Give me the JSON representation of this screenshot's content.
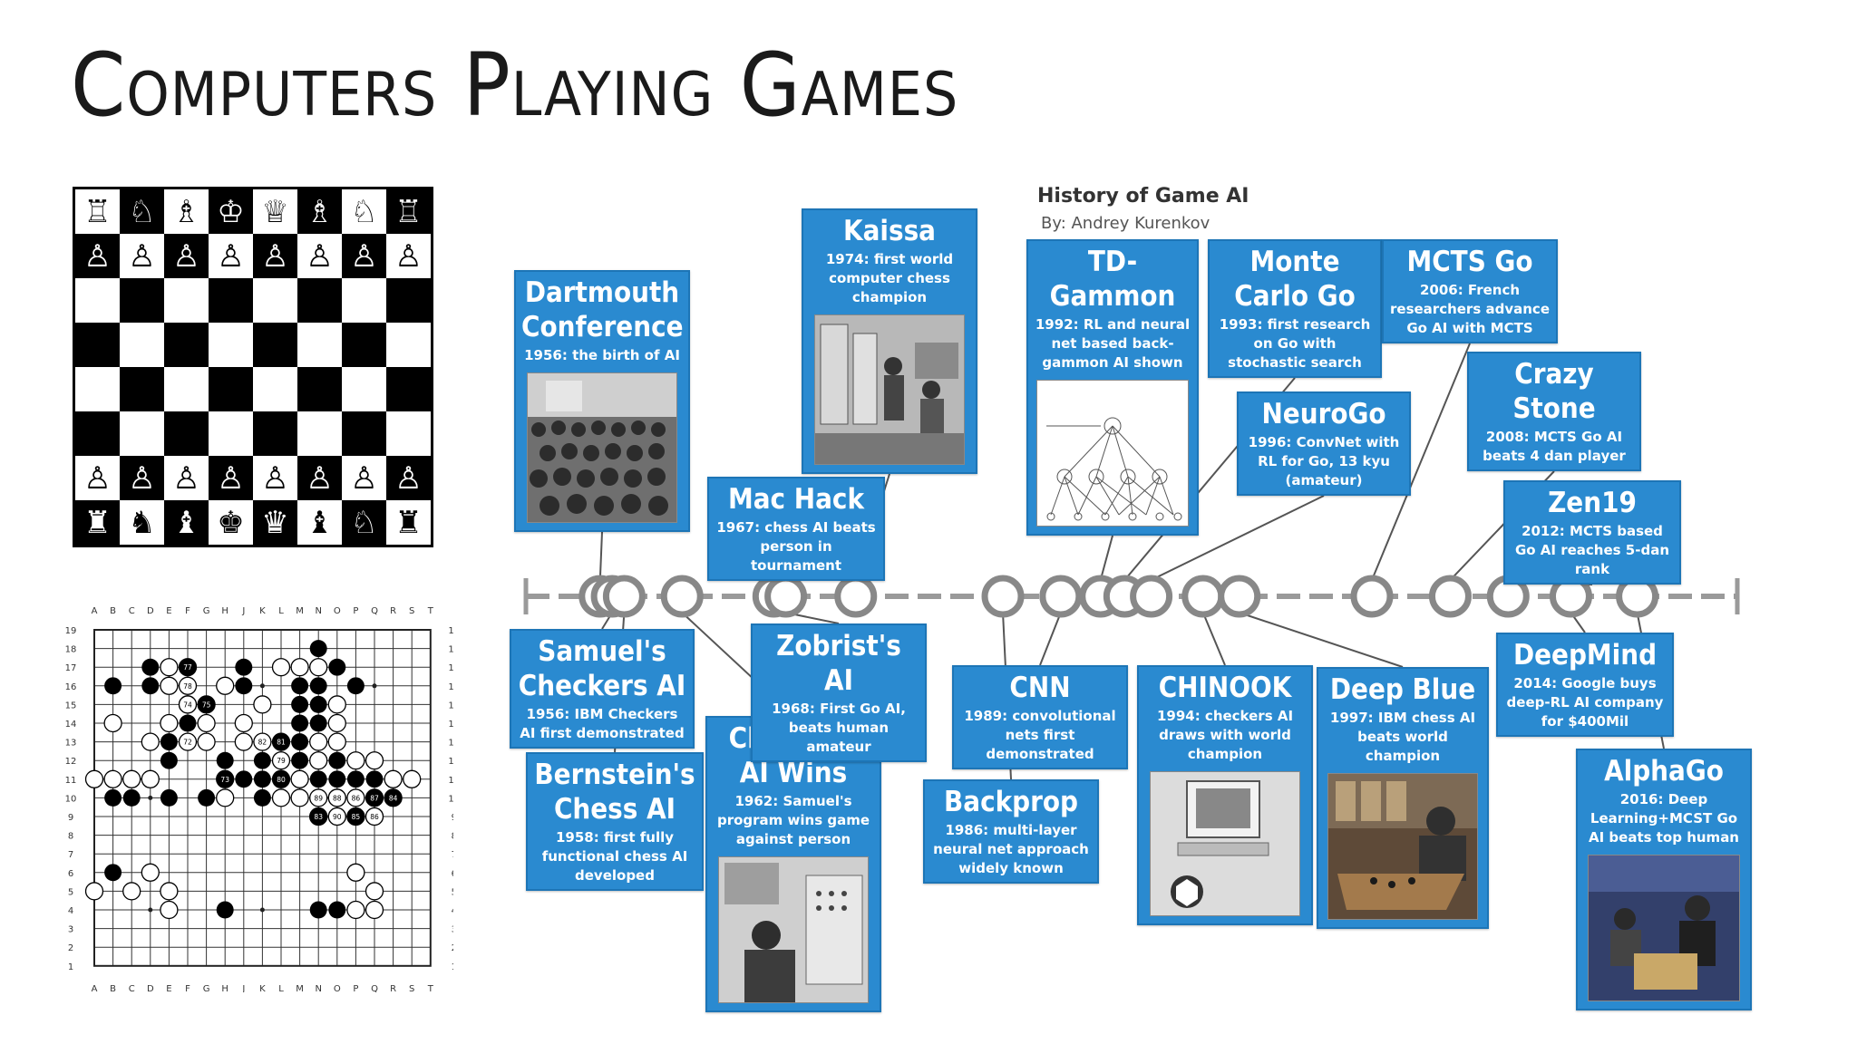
{
  "slide": {
    "title": "Computers Playing Games"
  },
  "chess": {
    "rows": [
      [
        "♖",
        "♘",
        "♗",
        "♔",
        "♕",
        "♗",
        "♘",
        "♖"
      ],
      [
        "♙",
        "♙",
        "♙",
        "♙",
        "♙",
        "♙",
        "♙",
        "♙"
      ],
      [
        "",
        "",
        "",
        "",
        "",
        "",
        "",
        ""
      ],
      [
        "",
        "",
        "",
        "",
        "",
        "",
        "",
        ""
      ],
      [
        "",
        "",
        "",
        "",
        "",
        "",
        "",
        ""
      ],
      [
        "",
        "",
        "",
        "",
        "",
        "",
        "",
        ""
      ],
      [
        "♙",
        "♙",
        "♙",
        "♙",
        "♙",
        "♙",
        "♙",
        "♙"
      ],
      [
        "♜",
        "♞",
        "♝",
        "♚",
        "♛",
        "♝",
        "♘",
        "♜"
      ]
    ]
  },
  "go": {
    "column_labels": [
      "A",
      "B",
      "C",
      "D",
      "E",
      "F",
      "G",
      "H",
      "J",
      "K",
      "L",
      "M",
      "N",
      "O",
      "P",
      "Q",
      "R",
      "S",
      "T"
    ],
    "row_labels": [
      "19",
      "18",
      "17",
      "16",
      "15",
      "14",
      "13",
      "12",
      "11",
      "10",
      "9",
      "8",
      "7",
      "6",
      "5",
      "4",
      "3",
      "2",
      "1"
    ],
    "black": [
      [
        3,
        16
      ],
      [
        5,
        16
      ],
      [
        8,
        16
      ],
      [
        11,
        16
      ],
      [
        1,
        15
      ],
      [
        3,
        15
      ],
      [
        8,
        15
      ],
      [
        11,
        15
      ],
      [
        12,
        15
      ],
      [
        14,
        15
      ],
      [
        6,
        14
      ],
      [
        5,
        13
      ],
      [
        11,
        13
      ],
      [
        4,
        12
      ],
      [
        5,
        12
      ],
      [
        11,
        12
      ],
      [
        4,
        11
      ],
      [
        7,
        11
      ],
      [
        10,
        11
      ],
      [
        11,
        11
      ],
      [
        13,
        11
      ],
      [
        9,
        10
      ],
      [
        10,
        10
      ],
      [
        12,
        10
      ],
      [
        13,
        10
      ],
      [
        1,
        9
      ],
      [
        2,
        9
      ],
      [
        4,
        9
      ],
      [
        12,
        9
      ],
      [
        1,
        5
      ],
      [
        12,
        3
      ],
      [
        7,
        3
      ],
      [
        13,
        3
      ],
      [
        12,
        16
      ],
      [
        13,
        16
      ],
      [
        14,
        10
      ],
      [
        15,
        10
      ],
      [
        6,
        9
      ],
      [
        9,
        9
      ],
      [
        12,
        17
      ],
      [
        12,
        14
      ],
      [
        11,
        14
      ],
      [
        12,
        13
      ],
      [
        14,
        9
      ],
      [
        15,
        9
      ],
      [
        8,
        10
      ],
      [
        9,
        11
      ]
    ],
    "white": [
      [
        4,
        16
      ],
      [
        10,
        16
      ],
      [
        11,
        16
      ],
      [
        4,
        15
      ],
      [
        7,
        15
      ],
      [
        12,
        16
      ],
      [
        5,
        14
      ],
      [
        13,
        14
      ],
      [
        9,
        14
      ],
      [
        1,
        13
      ],
      [
        4,
        13
      ],
      [
        6,
        13
      ],
      [
        8,
        13
      ],
      [
        12,
        12
      ],
      [
        13,
        13
      ],
      [
        13,
        12
      ],
      [
        3,
        12
      ],
      [
        6,
        12
      ],
      [
        8,
        12
      ],
      [
        12,
        11
      ],
      [
        14,
        11
      ],
      [
        15,
        11
      ],
      [
        0,
        10
      ],
      [
        1,
        10
      ],
      [
        2,
        10
      ],
      [
        3,
        10
      ],
      [
        11,
        10
      ],
      [
        16,
        10
      ],
      [
        17,
        10
      ],
      [
        7,
        9
      ],
      [
        10,
        9
      ],
      [
        13,
        9
      ],
      [
        3,
        5
      ],
      [
        4,
        4
      ],
      [
        14,
        5
      ],
      [
        0,
        4
      ],
      [
        2,
        4
      ],
      [
        14,
        3
      ],
      [
        15,
        3
      ],
      [
        4,
        3
      ],
      [
        15,
        4
      ],
      [
        12,
        8
      ],
      [
        13,
        8
      ],
      [
        14,
        8
      ],
      [
        15,
        8
      ],
      [
        11,
        9
      ]
    ],
    "numbered": [
      {
        "c": 5,
        "r": 16,
        "n": "77",
        "color": "black"
      },
      {
        "c": 5,
        "r": 15,
        "n": "78",
        "color": "white"
      },
      {
        "c": 5,
        "r": 14,
        "n": "74",
        "color": "white"
      },
      {
        "c": 6,
        "r": 14,
        "n": "75",
        "color": "black"
      },
      {
        "c": 5,
        "r": 12,
        "n": "72",
        "color": "white"
      },
      {
        "c": 9,
        "r": 12,
        "n": "82",
        "color": "white"
      },
      {
        "c": 10,
        "r": 12,
        "n": "81",
        "color": "black"
      },
      {
        "c": 10,
        "r": 11,
        "n": "79",
        "color": "white"
      },
      {
        "c": 7,
        "r": 10,
        "n": "73",
        "color": "black"
      },
      {
        "c": 10,
        "r": 10,
        "n": "80",
        "color": "black"
      },
      {
        "c": 12,
        "r": 9,
        "n": "89",
        "color": "white"
      },
      {
        "c": 13,
        "r": 9,
        "n": "88",
        "color": "white"
      },
      {
        "c": 14,
        "r": 9,
        "n": "86",
        "color": "white"
      },
      {
        "c": 15,
        "r": 9,
        "n": "87",
        "color": "black"
      },
      {
        "c": 16,
        "r": 9,
        "n": "84",
        "color": "black"
      },
      {
        "c": 12,
        "r": 8,
        "n": "83",
        "color": "black"
      },
      {
        "c": 13,
        "r": 8,
        "n": "90",
        "color": "white"
      },
      {
        "c": 14,
        "r": 8,
        "n": "85",
        "color": "black"
      },
      {
        "c": 15,
        "r": 8,
        "n": "86",
        "color": "white"
      }
    ]
  },
  "timeline": {
    "title": "History of Game AI",
    "subtitle": "By: Andrey Kurenkov",
    "colors": {
      "box": "#2a8ad0",
      "line": "#9a9a9a",
      "node": "#888888"
    },
    "nodes": [
      {
        "v": 60
      },
      {
        "v": 70
      },
      {
        "v": 80
      },
      {
        "v": 128
      },
      {
        "v": 204
      },
      {
        "v": 214
      },
      {
        "v": 272
      },
      {
        "v": 394
      },
      {
        "v": 442
      },
      {
        "v": 475
      },
      {
        "v": 495
      },
      {
        "v": 517
      },
      {
        "v": 560
      },
      {
        "v": 590
      },
      {
        "v": 700
      },
      {
        "v": 765
      },
      {
        "v": 813
      },
      {
        "v": 865
      },
      {
        "v": 920
      }
    ],
    "events": [
      {
        "id": "dartmouth",
        "title": "Dartmouth Conference",
        "desc": "1956: the birth of AI",
        "photo": "crowd-photo"
      },
      {
        "id": "kaissa",
        "title": "Kaissa",
        "desc": "1974: first world computer chess champion",
        "photo": "computer-room-photo"
      },
      {
        "id": "machack",
        "title": "Mac Hack",
        "desc": "1967: chess AI beats person in tournament"
      },
      {
        "id": "tdgammon",
        "title": "TD-Gammon",
        "desc": "1992: RL and neural net based back-gammon AI shown",
        "photo": "neural-net-diagram"
      },
      {
        "id": "montecarlo",
        "title": "Monte Carlo Go",
        "desc": "1993: first research on Go with stochastic search"
      },
      {
        "id": "neurogo",
        "title": "NeuroGo",
        "desc": "1996: ConvNet with RL for Go, 13 kyu (amateur)"
      },
      {
        "id": "mctsgo",
        "title": "MCTS Go",
        "desc": "2006: French researchers advance Go AI with MCTS"
      },
      {
        "id": "crazystone",
        "title": "Crazy Stone",
        "desc": "2008: MCTS Go AI beats 4 dan player"
      },
      {
        "id": "zen19",
        "title": "Zen19",
        "desc": "2012: MCTS based Go AI reaches 5-dan rank"
      },
      {
        "id": "samuel",
        "title": "Samuel's Checkers AI",
        "desc": "1956: IBM Checkers AI first demonstrated"
      },
      {
        "id": "bernstein",
        "title": "Bernstein's Chess AI",
        "desc": "1958: first fully functional chess AI developed"
      },
      {
        "id": "checkerswins",
        "title": "Checkers AI Wins",
        "desc": "1962: Samuel's program wins game against person",
        "photo": "operator-photo"
      },
      {
        "id": "zobrist",
        "title": "Zobrist's AI",
        "desc": "1968: First Go AI, beats human amateur"
      },
      {
        "id": "cnn",
        "title": "CNN",
        "desc": "1989: convolutional nets first demonstrated"
      },
      {
        "id": "backprop",
        "title": "Backprop",
        "desc": "1986: multi-layer neural net approach widely known"
      },
      {
        "id": "chinook",
        "title": "CHINOOK",
        "desc": "1994: checkers AI draws with world champion",
        "photo": "monitor-photo"
      },
      {
        "id": "deepblue",
        "title": "Deep Blue",
        "desc": "1997: IBM chess AI beats world champion",
        "photo": "chess-match-photo"
      },
      {
        "id": "deepmind",
        "title": "DeepMind",
        "desc": "2014: Google buys deep-RL AI company for $400Mil"
      },
      {
        "id": "alphago",
        "title": "AlphaGo",
        "desc": "2016: Deep Learning+MCST Go AI beats top human",
        "photo": "go-match-photo"
      }
    ]
  }
}
